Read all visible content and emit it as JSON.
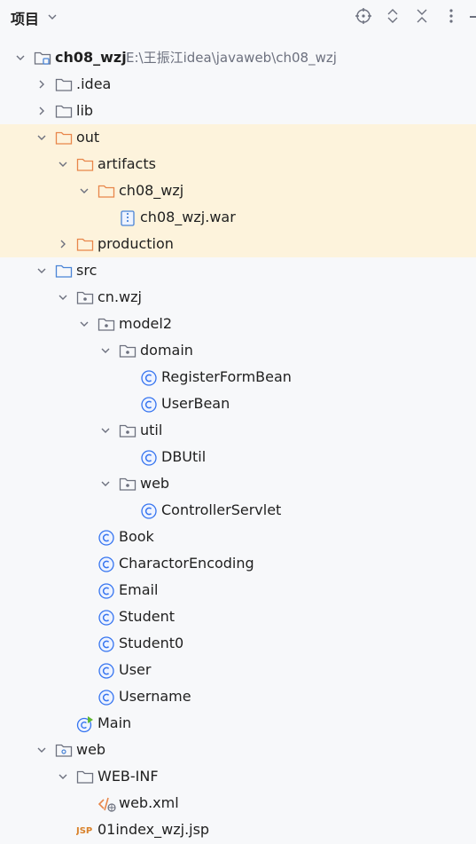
{
  "panel": {
    "title": "项目",
    "toolbar": [
      {
        "name": "locate-icon"
      },
      {
        "name": "expand-all-icon"
      },
      {
        "name": "collapse-all-icon"
      },
      {
        "name": "more-options-icon"
      }
    ]
  },
  "tree": [
    {
      "label": "ch08_wzj",
      "path": "E:\\王振江idea\\javaweb\\ch08_wzj",
      "icon": "module-folder-icon",
      "arrow": "down",
      "level": 0,
      "bold": true
    },
    {
      "label": ".idea",
      "icon": "folder-icon",
      "arrow": "right",
      "level": 1
    },
    {
      "label": "lib",
      "icon": "folder-icon",
      "arrow": "right",
      "level": 1
    },
    {
      "label": "out",
      "icon": "excluded-folder-icon",
      "arrow": "down",
      "level": 1,
      "highlight": true
    },
    {
      "label": "artifacts",
      "icon": "excluded-folder-icon",
      "arrow": "down",
      "level": 2,
      "highlight": true
    },
    {
      "label": "ch08_wzj",
      "icon": "excluded-folder-icon",
      "arrow": "down",
      "level": 3,
      "highlight": true
    },
    {
      "label": "ch08_wzj.war",
      "icon": "war-file-icon",
      "arrow": "none",
      "level": 4,
      "highlight": true
    },
    {
      "label": "production",
      "icon": "excluded-folder-icon",
      "arrow": "right",
      "level": 2,
      "highlight": true
    },
    {
      "label": "src",
      "icon": "source-folder-icon",
      "arrow": "down",
      "level": 1
    },
    {
      "label": "cn.wzj",
      "icon": "package-icon",
      "arrow": "down",
      "level": 2
    },
    {
      "label": "model2",
      "icon": "package-icon",
      "arrow": "down",
      "level": 3
    },
    {
      "label": "domain",
      "icon": "package-icon",
      "arrow": "down",
      "level": 4
    },
    {
      "label": "RegisterFormBean",
      "icon": "class-icon",
      "arrow": "none",
      "level": 5
    },
    {
      "label": "UserBean",
      "icon": "class-icon",
      "arrow": "none",
      "level": 5
    },
    {
      "label": "util",
      "icon": "package-icon",
      "arrow": "down",
      "level": 4
    },
    {
      "label": "DBUtil",
      "icon": "class-icon",
      "arrow": "none",
      "level": 5
    },
    {
      "label": "web",
      "icon": "package-icon",
      "arrow": "down",
      "level": 4
    },
    {
      "label": "ControllerServlet",
      "icon": "class-icon",
      "arrow": "none",
      "level": 5
    },
    {
      "label": "Book",
      "icon": "class-icon",
      "arrow": "none",
      "level": 3
    },
    {
      "label": "CharactorEncoding",
      "icon": "class-icon",
      "arrow": "none",
      "level": 3
    },
    {
      "label": "Email",
      "icon": "class-icon",
      "arrow": "none",
      "level": 3
    },
    {
      "label": "Student",
      "icon": "class-icon",
      "arrow": "none",
      "level": 3
    },
    {
      "label": "Student0",
      "icon": "class-icon",
      "arrow": "none",
      "level": 3
    },
    {
      "label": "User",
      "icon": "class-icon",
      "arrow": "none",
      "level": 3
    },
    {
      "label": "Username",
      "icon": "class-icon",
      "arrow": "none",
      "level": 3
    },
    {
      "label": "Main",
      "icon": "main-class-icon",
      "arrow": "none",
      "level": 2
    },
    {
      "label": "web",
      "icon": "web-folder-icon",
      "arrow": "down",
      "level": 1
    },
    {
      "label": "WEB-INF",
      "icon": "folder-icon",
      "arrow": "down",
      "level": 2
    },
    {
      "label": "web.xml",
      "icon": "xml-file-icon",
      "arrow": "none",
      "level": 3
    },
    {
      "label": "01index_wzj.jsp",
      "icon": "jsp-file-icon",
      "arrow": "none",
      "level": 2
    }
  ],
  "colors": {
    "background": "#f7f8fa",
    "highlight": "#fdf3dc",
    "excluded_folder": "#e8864a",
    "source_folder": "#4a84d6",
    "class_icon": "#3574f0",
    "main_play": "#5fb832",
    "muted_text": "#6c707e"
  }
}
